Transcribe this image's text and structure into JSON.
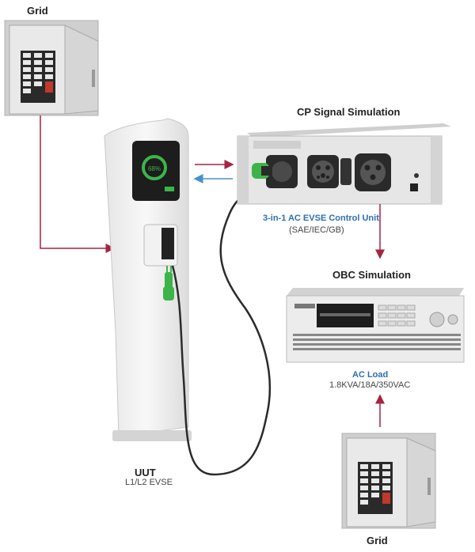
{
  "labels": {
    "grid_top": "Grid",
    "cp_title": "CP Signal Simulation",
    "evse_unit": "3-in-1 AC EVSE Control Unit",
    "evse_std": "(SAE/IEC/GB)",
    "obc_title": "OBC Simulation",
    "ac_load": "AC Load",
    "ac_load_spec": "1.8KVA/18A/350VAC",
    "uut": "UUT",
    "uut_sub": "L1/L2 EVSE",
    "grid_bottom": "Grid"
  },
  "charger_screen_text": "68%",
  "colors": {
    "arrow_red": "#a5243f",
    "arrow_blue": "#4a90c8",
    "cable_green": "#3cb44a",
    "label_blue": "#2c6fb0"
  }
}
